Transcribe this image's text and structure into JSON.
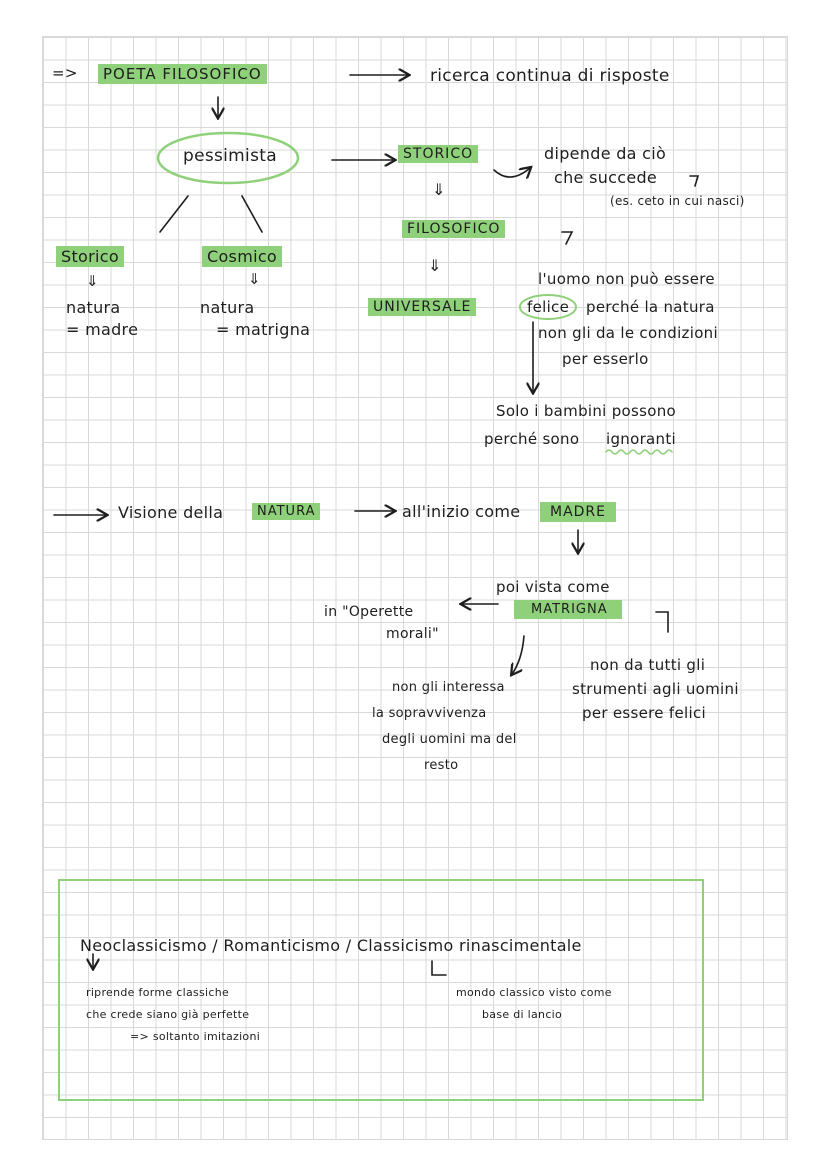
{
  "colors": {
    "highlight": "#8fd07a",
    "grid": "#d9d9d9",
    "ink": "#1e1e1e"
  },
  "top": {
    "arrow_prefix": "=>",
    "poeta": "POETA FILOSOFICO",
    "ricerca": "ricerca continua di risposte",
    "pessimista": "pessimista",
    "storico_caps": "STORICO",
    "dipende_1": "dipende da ciò",
    "dipende_2": "che succede",
    "dipende_3": "(es. ceto in cui nasci)",
    "double_arrow_1": "⇓",
    "filosofico": "FILOSOFICO",
    "double_arrow_2": "⇓",
    "universale": "UNIVERSALE",
    "storico": "Storico",
    "cosmico": "Cosmico",
    "down_a": "⇓",
    "down_b": "⇓",
    "natura_1": "natura",
    "madre": "= madre",
    "natura_2": "natura",
    "matrigna": "= matrigna",
    "uomo_1": "l'uomo non può essere",
    "felice": "felice",
    "uomo_2": "perché la natura",
    "uomo_3": "non gli da le condizioni",
    "uomo_4": "per esserlo",
    "bambini_1": "Solo i bambini possono",
    "bambini_2a": "perché sono",
    "ignoranti": "ignoranti"
  },
  "middle": {
    "visione": "Visione della",
    "natura": "NATURA",
    "inizio": "all'inizio come",
    "madre": "MADRE",
    "poi_vista": "poi vista come",
    "matrigna": "MATRIGNA",
    "operette_1": "in \"Operette",
    "operette_2": "morali\"",
    "non_da_1": "non da tutti gli",
    "non_da_2": "strumenti agli uomini",
    "non_da_3": "per essere felici",
    "interessa_1": "non gli interessa",
    "interessa_2": "la sopravvivenza",
    "interessa_3": "degli uomini ma del",
    "interessa_4": "resto"
  },
  "box": {
    "heading": "Neoclassicismo / Romanticismo / Classicismo rinascimentale",
    "neo_1": "riprende forme classiche",
    "neo_2": "che crede siano già perfette",
    "neo_3": "=> soltanto imitazioni",
    "rin_1": "mondo classico visto come",
    "rin_2": "base di lancio"
  }
}
